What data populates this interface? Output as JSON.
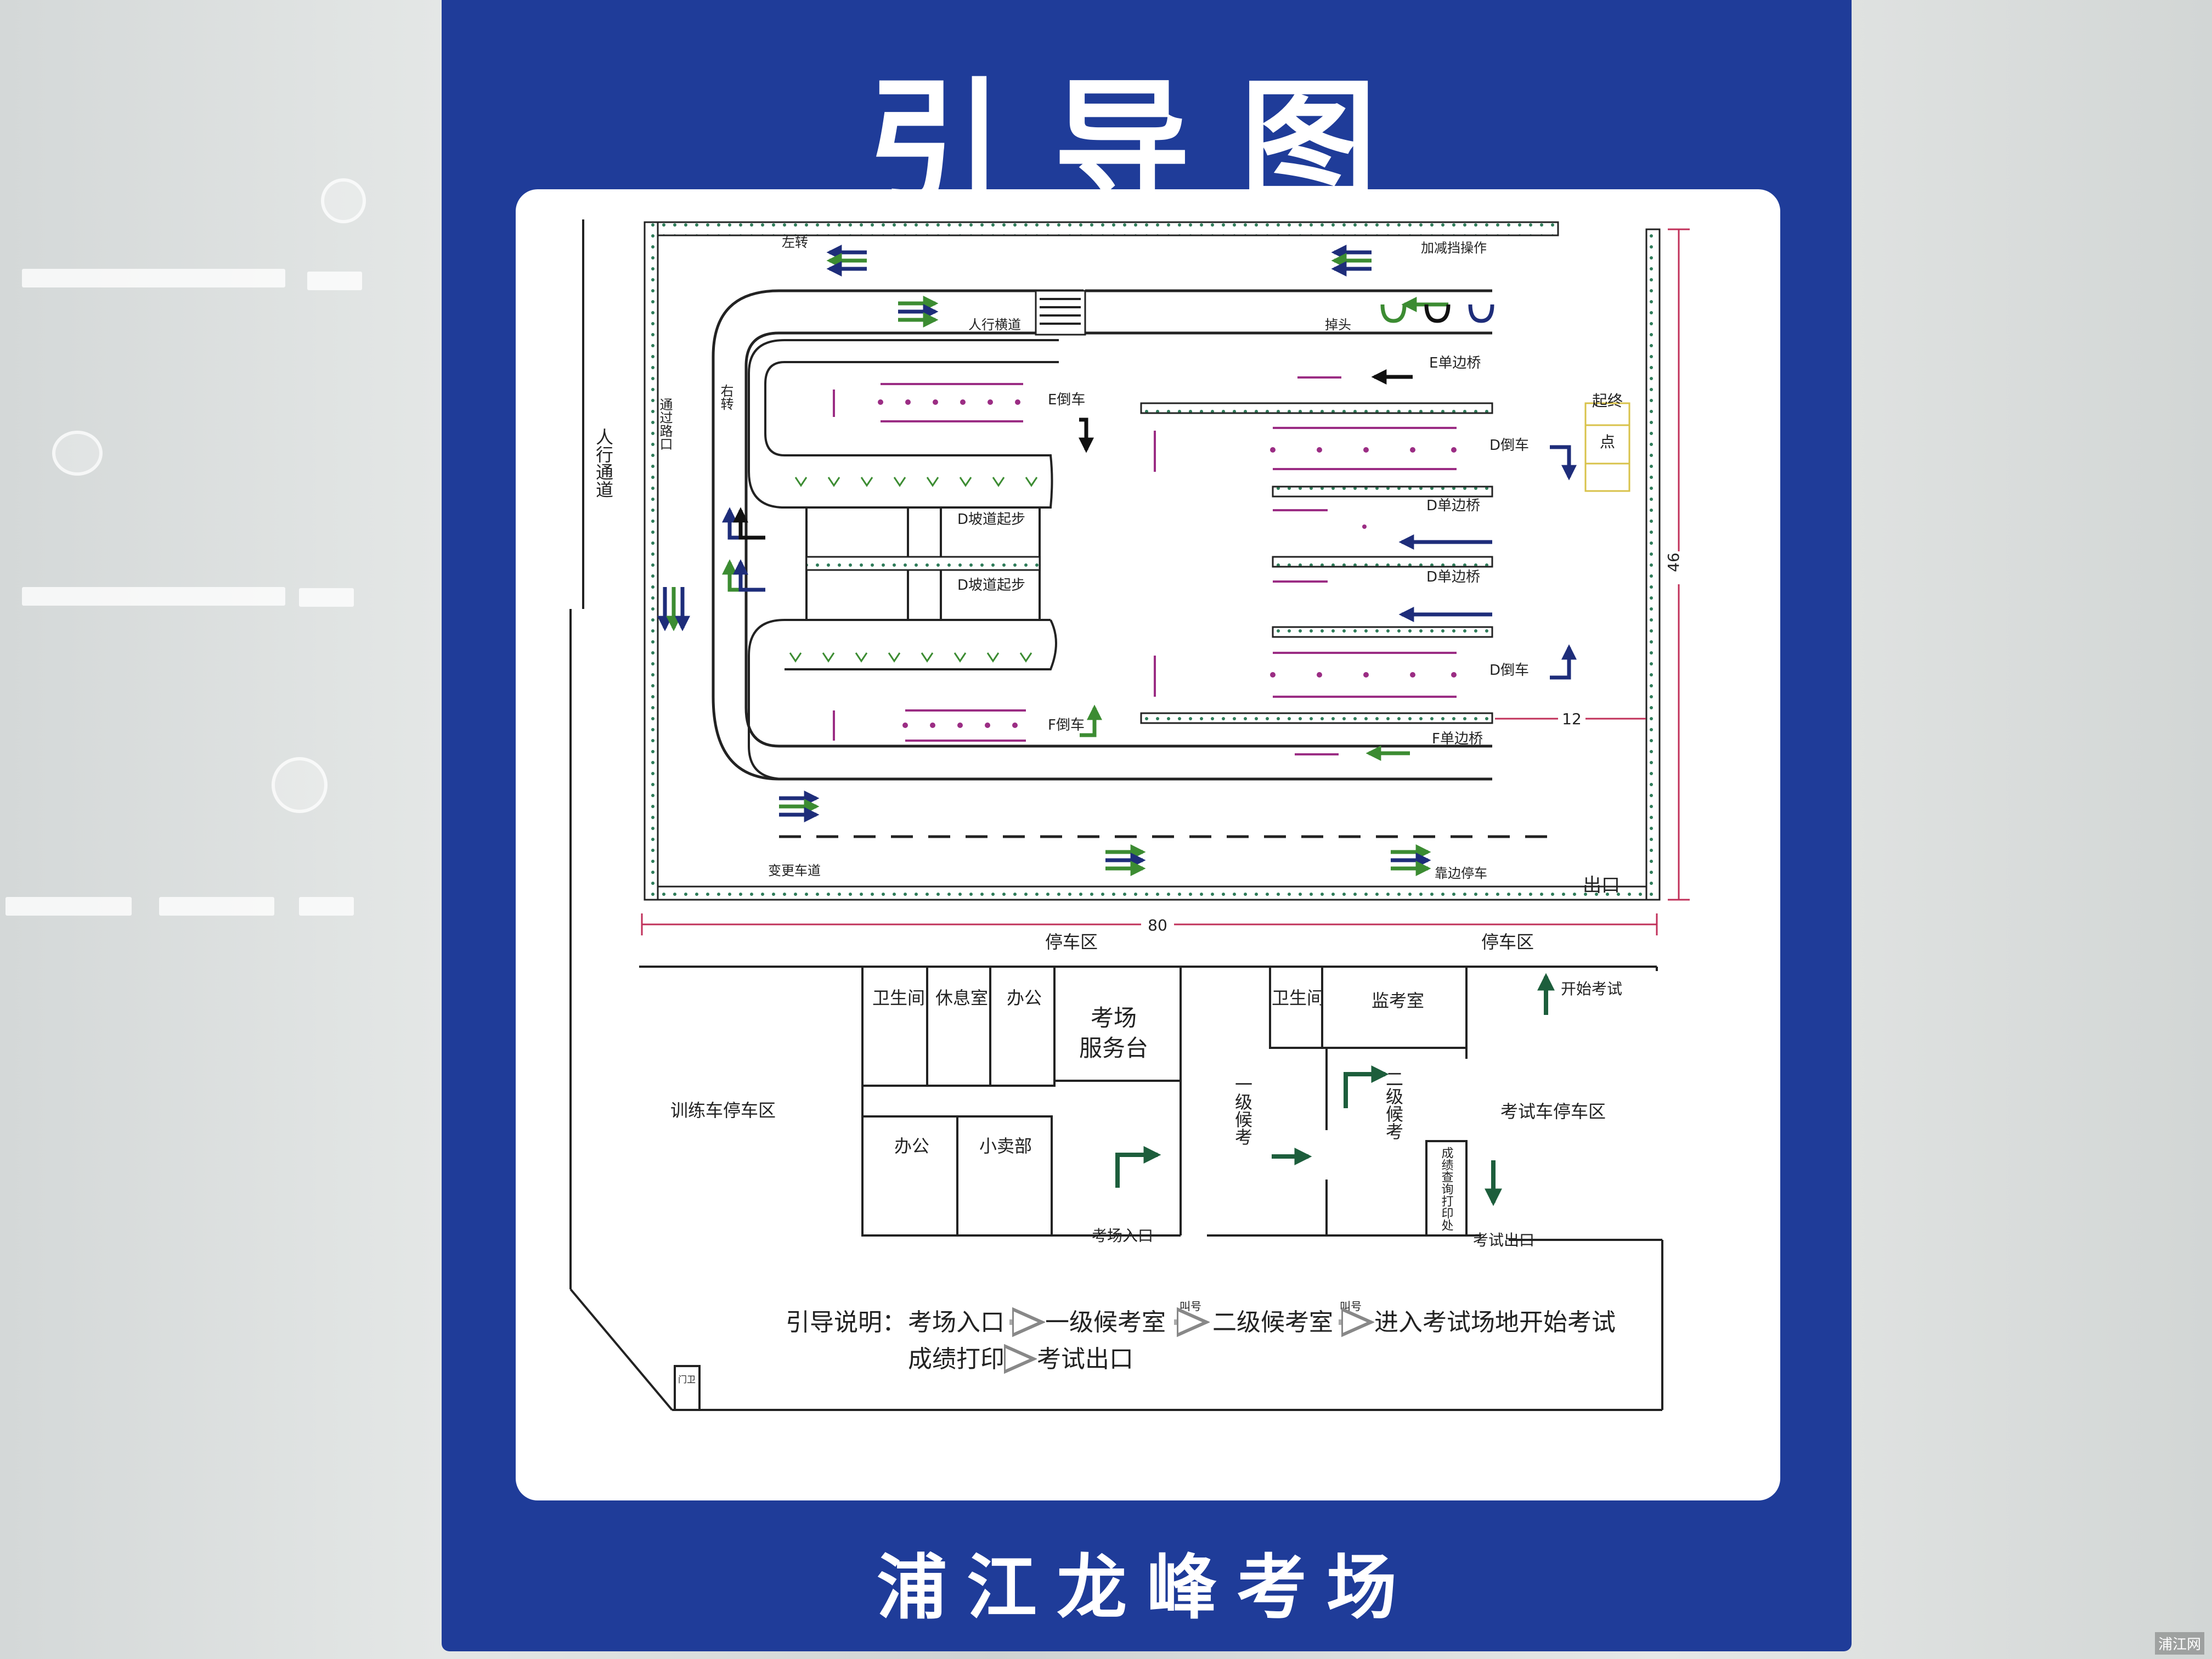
{
  "sign": {
    "title": "引导图",
    "footer": "浦江龙峰考场",
    "watermark": "浦江网"
  },
  "colors": {
    "sign_blue": "#1f3c99",
    "arrow_green": "#3c8c32",
    "arrow_navy": "#1e2d7a",
    "lane_purple": "#9b2d84",
    "dimension_red": "#c0305a",
    "curb_green": "#2f7d5a"
  },
  "dimensions": {
    "width": "80",
    "height": "46",
    "inner": "12"
  },
  "road_labels": {
    "left_turn": "左转",
    "right_turn": "右转",
    "crosswalk": "人行横道",
    "u_turn": "掉头",
    "pass_intersection": "通过路口",
    "lane_change": "变更车道",
    "pull_over": "靠边停车",
    "fixed_point": "加减挡操作",
    "pedestrian_path": "人行通道",
    "start_end_1": "起终",
    "start_end_2": "点",
    "exit": "出口"
  },
  "exam_items": {
    "e_reverse": "E倒车",
    "e_one_side": "E单边桥",
    "d_reverse_top": "D倒车",
    "d_one_side_1": "D单边桥",
    "d_one_side_2": "D单边桥",
    "d_reverse_bottom": "D倒车",
    "f_reverse": "F倒车",
    "f_one_side": "F单边桥",
    "d_hill_1": "D坡道起步",
    "d_hill_2": "D坡道起步"
  },
  "building": {
    "parking_left": "停车区",
    "parking_right": "停车区",
    "start_exam": "开始考试",
    "training_parking": "训练车停车区",
    "exam_parking": "考试车停车区",
    "restroom_1": "卫生间",
    "lounge": "休息室",
    "office_1": "办公",
    "service_desk_1": "考场",
    "service_desk_2": "服务台",
    "restroom_2": "卫生间",
    "monitor_room": "监考室",
    "office_2": "办公",
    "shop": "小卖部",
    "wait_1": "一级候考",
    "wait_2": "二级候考",
    "score_print": "成绩查询打印处",
    "entrance": "考场入口",
    "exam_exit": "考试出口",
    "gate": "门卫"
  },
  "guide": {
    "prefix": "引导说明：",
    "step1": "考场入口",
    "step2": "一级候考室",
    "step3": "二级候考室",
    "step4": "进入考试场地开始考试",
    "step5": "成绩打印",
    "step6": "考试出口",
    "call": "叫号"
  }
}
